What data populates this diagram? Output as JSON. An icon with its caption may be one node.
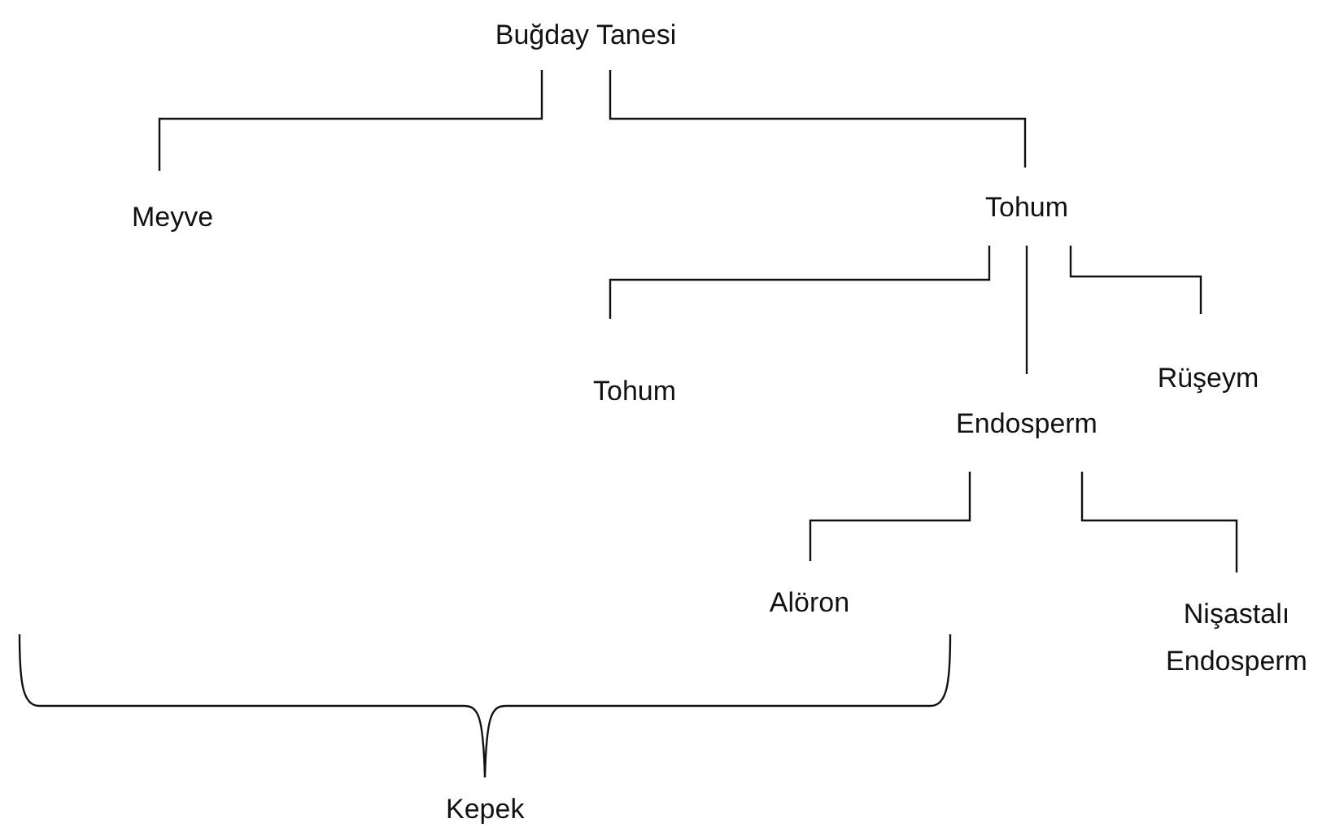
{
  "diagram": {
    "nodes": [
      {
        "text": [
          "Buğday Tanesi"
        ]
      },
      {
        "text": [
          "Meyve"
        ]
      },
      {
        "text": [
          "Tohum"
        ]
      },
      {
        "text": [
          "Tohum"
        ]
      },
      {
        "text": [
          "Rüşeym"
        ]
      },
      {
        "text": [
          "Endosperm"
        ]
      },
      {
        "text": [
          "Alöron"
        ]
      },
      {
        "text": [
          "Nişastalı Endosperm"
        ]
      }
    ],
    "edges": [
      {
        "from": 0,
        "to": 1,
        "arrow": "none"
      },
      {
        "from": 0,
        "to": 2,
        "arrow": "none"
      },
      {
        "from": 2,
        "to": 3,
        "arrow": "none"
      },
      {
        "from": 2,
        "to": 5,
        "arrow": "none"
      },
      {
        "from": 2,
        "to": 4,
        "arrow": "none"
      },
      {
        "from": 5,
        "to": 6,
        "arrow": "none"
      },
      {
        "from": 5,
        "to": 7,
        "arrow": "none"
      }
    ],
    "labels": [
      "Kepek"
    ]
  }
}
